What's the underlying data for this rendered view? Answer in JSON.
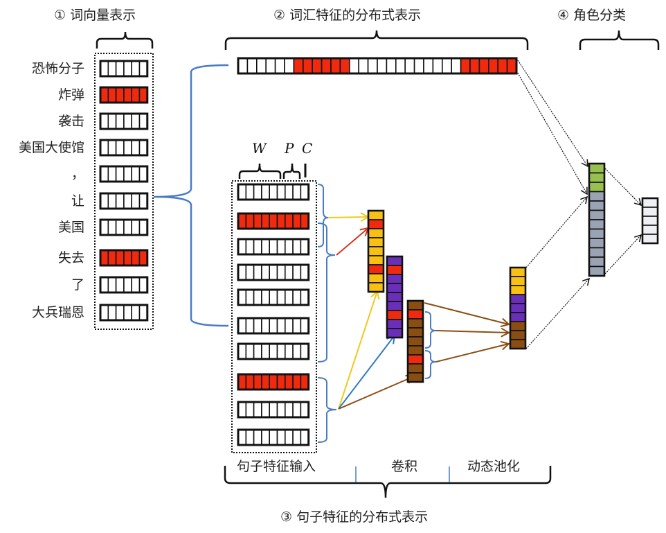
{
  "sections": {
    "s1": "① 词向量表示",
    "s2": "② 词汇特征的分布式表示",
    "s3": "③ 句子特征的分布式表示",
    "s4": "④ 角色分类"
  },
  "stage_labels": {
    "input": "句子特征输入",
    "conv": "卷积",
    "pool": "动态池化"
  },
  "feature_labels": {
    "w": "W",
    "p": "P",
    "c": "C"
  },
  "words": [
    {
      "text": "恐怖分子",
      "highlight": false
    },
    {
      "text": "炸弹",
      "highlight": true
    },
    {
      "text": "袭击",
      "highlight": false
    },
    {
      "text": "美国大使馆",
      "highlight": false
    },
    {
      "text": "，",
      "highlight": false
    },
    {
      "text": "让",
      "highlight": false
    },
    {
      "text": "美国",
      "highlight": false
    },
    {
      "text": "失去",
      "highlight": true
    },
    {
      "text": "了",
      "highlight": false
    },
    {
      "text": "大兵瑞恩",
      "highlight": false
    }
  ],
  "word_vector_cells": 6,
  "lexical_vector": {
    "cells": 30,
    "highlight_ranges": [
      [
        6,
        11
      ],
      [
        24,
        29
      ]
    ]
  },
  "sentence_input": {
    "cells": 9,
    "rows_highlight": [
      false,
      true,
      false,
      false,
      false,
      false,
      false,
      true,
      false,
      false
    ]
  },
  "conv_maps": [
    {
      "name": "yellow-map",
      "base": "#F8C012",
      "cells": [
        "b",
        "r",
        "b",
        "b",
        "b",
        "b",
        "r",
        "b",
        "b"
      ]
    },
    {
      "name": "purple-map",
      "base": "#6A2FB8",
      "cells": [
        "b",
        "r",
        "b",
        "b",
        "b",
        "b",
        "r",
        "b",
        "b"
      ]
    },
    {
      "name": "brown-map",
      "base": "#8B4E12",
      "cells": [
        "b",
        "r",
        "b",
        "b",
        "b",
        "b",
        "r",
        "b",
        "b"
      ]
    }
  ],
  "pooled": [
    "#F8C012",
    "#F8C012",
    "#F8C012",
    "#6A2FB8",
    "#6A2FB8",
    "#6A2FB8",
    "#8B4E12",
    "#8B4E12",
    "#8B4E12"
  ],
  "classifier_concat": {
    "green_cells": 3,
    "gray_cells": 9
  },
  "output_cells": 5,
  "colors": {
    "highlight_red": "#F02A0E",
    "yellow": "#F8C012",
    "purple": "#6A2FB8",
    "brown": "#8B4E12",
    "blue_brace": "#4A7CC4",
    "blue_arrow": "#2E78C8",
    "red_arrow": "#D8321E",
    "green": "#98C050",
    "gray": "#9AA3B4",
    "output": "#EEF0F4",
    "highlight_text": "#E0483A"
  }
}
